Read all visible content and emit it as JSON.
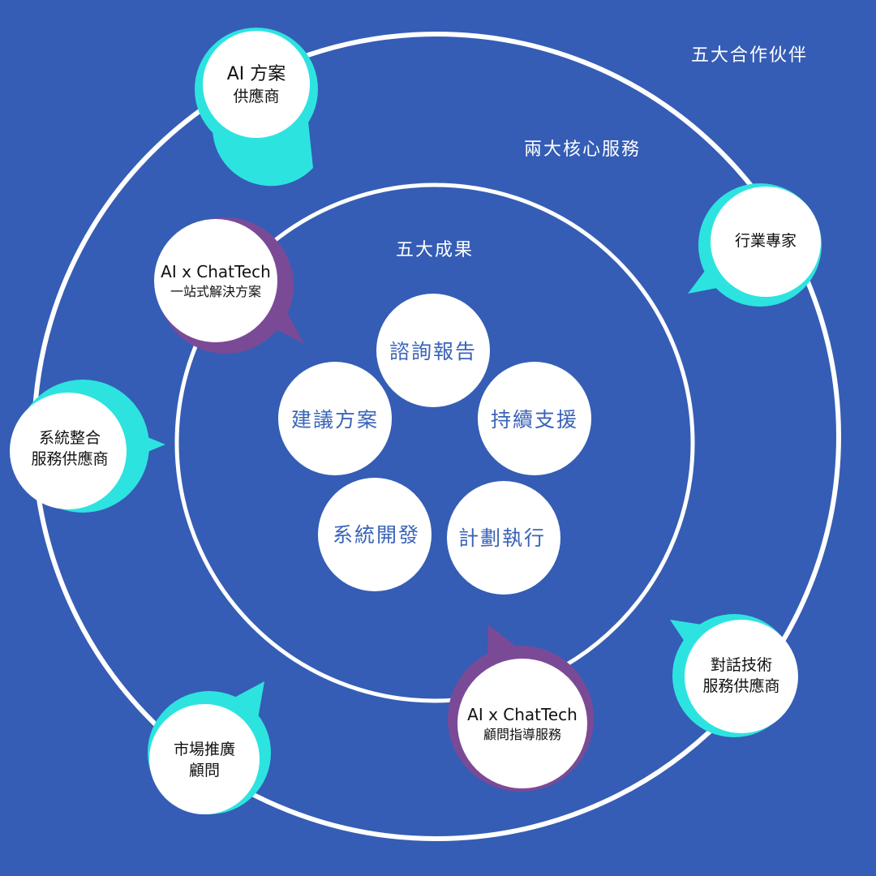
{
  "colors": {
    "background": "#355db5",
    "ring": "#ffffff",
    "cyan_accent": "#2de3e0",
    "purple_accent": "#7b4a96",
    "core_text": "#3a63b8"
  },
  "rings": {
    "outer_label": "五大合作伙伴",
    "middle_label": "兩大核心服務",
    "inner_label": "五大成果"
  },
  "partners": [
    {
      "line1": "AI 方案",
      "line2": "供應商"
    },
    {
      "line1": "行業專家",
      "line2": ""
    },
    {
      "line1": "對話技術",
      "line2": "服務供應商"
    },
    {
      "line1": "市場推廣",
      "line2": "顧問"
    },
    {
      "line1": "系統整合",
      "line2": "服務供應商"
    }
  ],
  "core_services": [
    {
      "line1": "AI x ChatTech",
      "line2": "一站式解決方案"
    },
    {
      "line1": "AI x ChatTech",
      "line2": "顧問指導服務"
    }
  ],
  "outcomes": [
    "諮詢報告",
    "持續支援",
    "計劃執行",
    "系統開發",
    "建議方案"
  ]
}
